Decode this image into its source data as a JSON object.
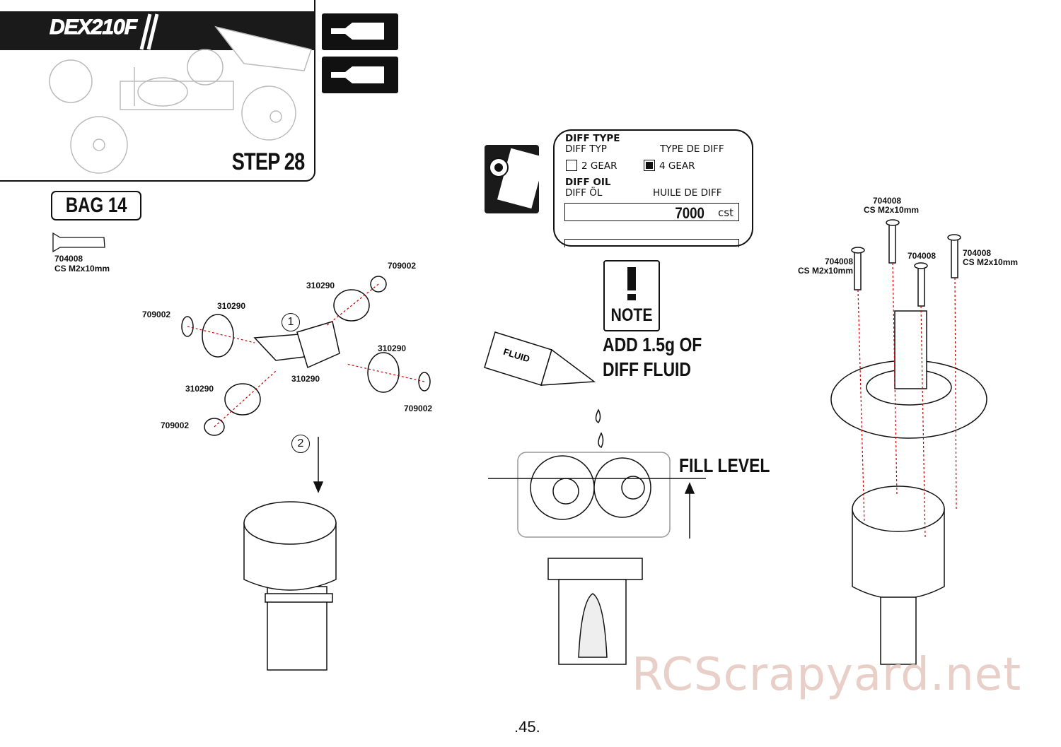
{
  "header": {
    "logo": "DEX210F",
    "step": "STEP 28"
  },
  "bag": {
    "label": "BAG 14",
    "part_number": "704008",
    "part_desc": "CS M2x10mm"
  },
  "exploded_labels": [
    "709002",
    "310290",
    "310290",
    "709002",
    "310290",
    "310290",
    "310290",
    "709002",
    "709002"
  ],
  "step_numbers": [
    "1",
    "2"
  ],
  "info": {
    "diff_type_title": "DIFF TYPE",
    "diff_type_de": "DIFF TYP",
    "diff_type_fr": "TYPE DE DIFF",
    "option_2gear": "2 GEAR",
    "option_4gear": "4 GEAR",
    "selected": "4 GEAR",
    "diff_oil_title": "DIFF OIL",
    "diff_oil_de": "DIFF ÖL",
    "diff_oil_fr": "HUILE DE DIFF",
    "oil_value": "7000",
    "oil_unit": "cst"
  },
  "note": {
    "title": "NOTE",
    "line1": "ADD 1.5g OF",
    "line2": "DIFF FLUID",
    "bottle_label": "FLUID",
    "fill_level": "FILL LEVEL"
  },
  "screws": [
    {
      "part": "704008",
      "desc": "CS M2x10mm"
    },
    {
      "part": "704008",
      "desc": "CS M2x10mm"
    },
    {
      "part": "704008"
    },
    {
      "part": "704008",
      "desc": "CS M2x10mm"
    }
  ],
  "watermark": "RCScrapyard.net",
  "page_number": ".45."
}
